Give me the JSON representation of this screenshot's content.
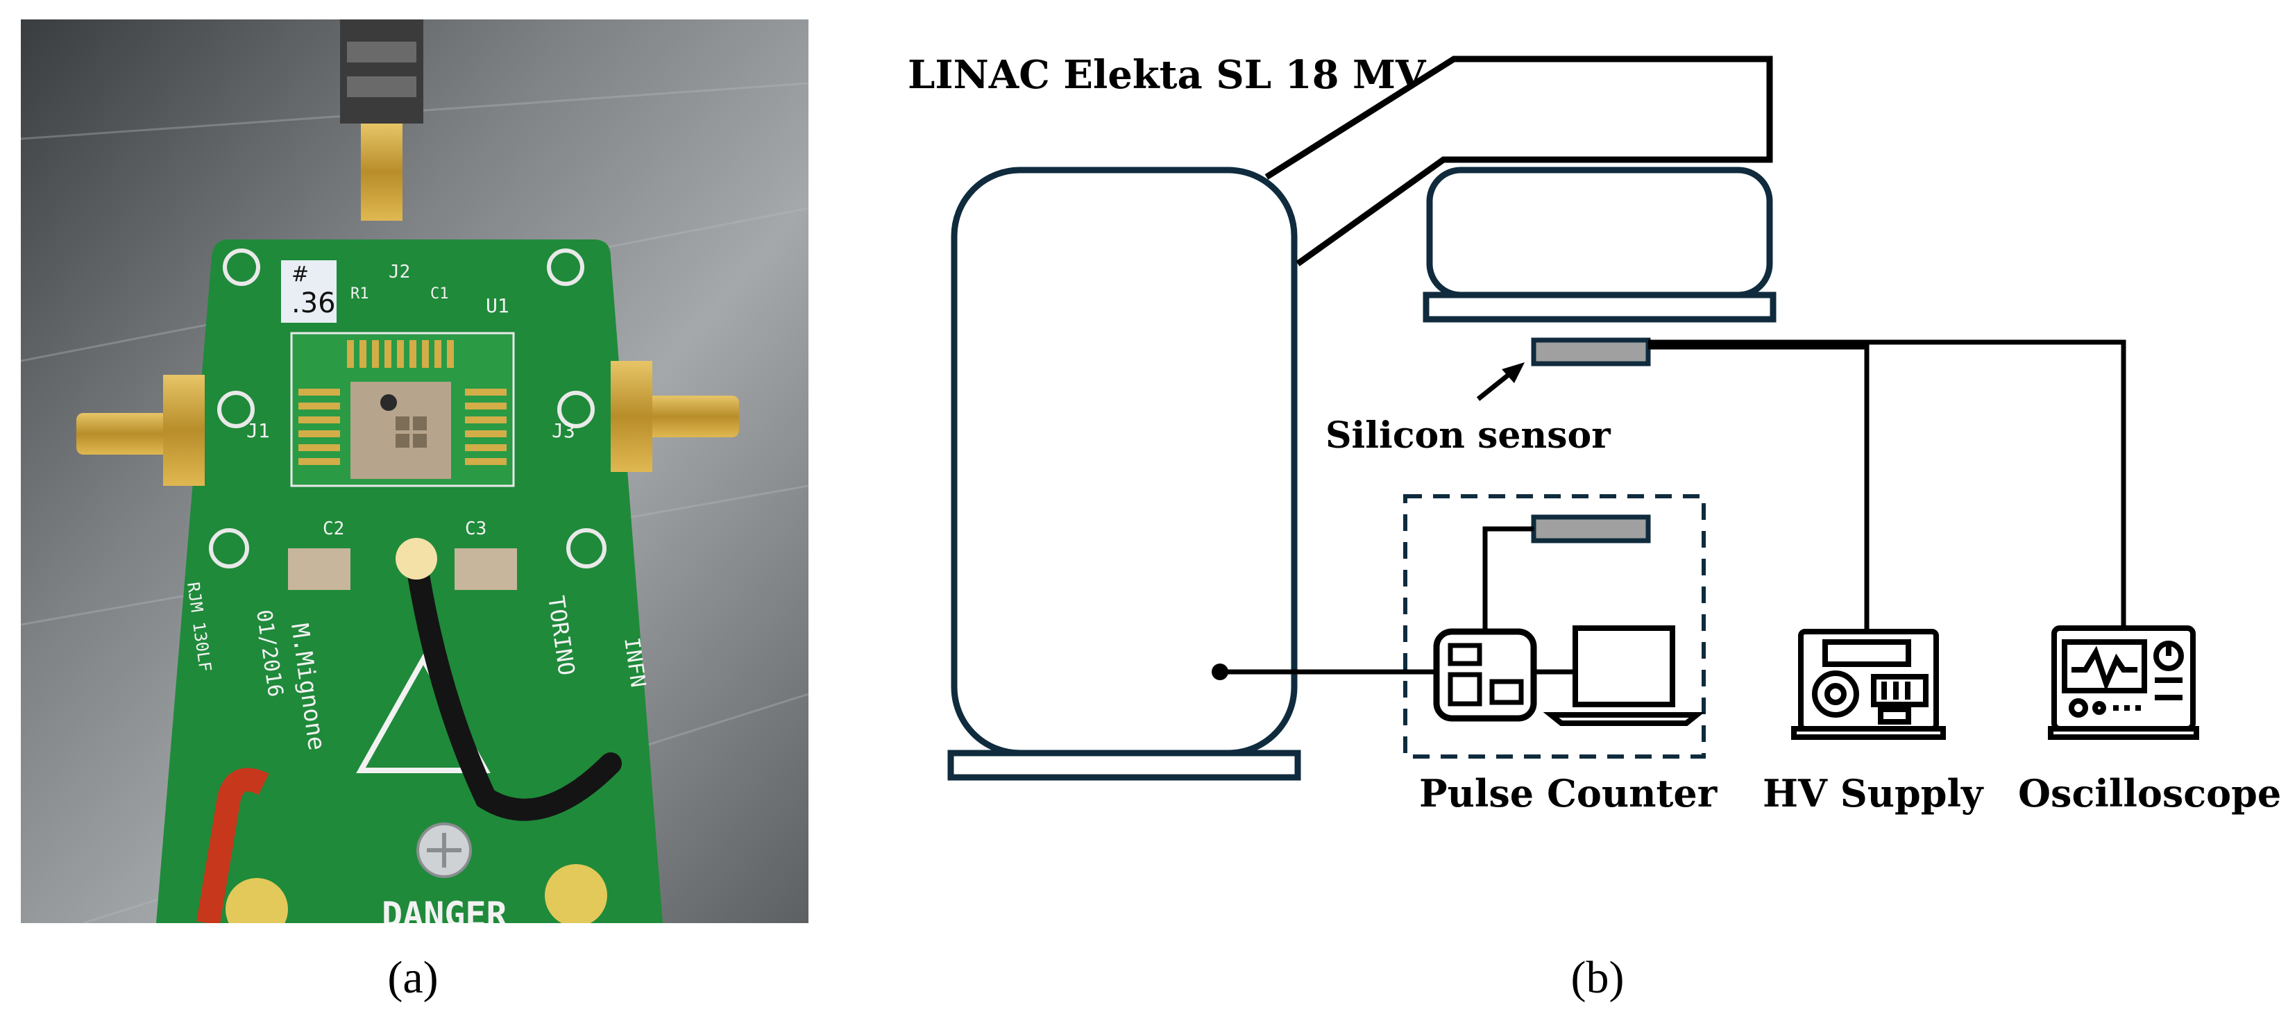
{
  "photo_panel": {
    "caption": "(a)",
    "board": {
      "handwritten_number": "#\n.36",
      "silk_refs": [
        "J2",
        "R1",
        "C1",
        "U1",
        "J1",
        "J3",
        "C2",
        "C3"
      ],
      "silk_text": [
        "M.Mignone",
        "01/2016",
        "TORINO",
        "INFN",
        "RJM 130LF",
        "DANGER"
      ]
    },
    "colors": {
      "board": "#1f8a3a",
      "metal": "#8c8f92",
      "gold": "#c9a23a",
      "chip": "#b7a48c"
    }
  },
  "diagram_panel": {
    "caption": "(b)",
    "labels": {
      "linac": "LINAC Elekta SL 18 MV",
      "silicon_sensor": "Silicon sensor",
      "pulse_counter": "Pulse Counter",
      "hv_supply": "HV Supply",
      "oscilloscope": "Oscilloscope"
    },
    "colors": {
      "outline": "#0f2b3d",
      "line": "#000000",
      "sensor_fill": "#a0a0a0"
    }
  }
}
